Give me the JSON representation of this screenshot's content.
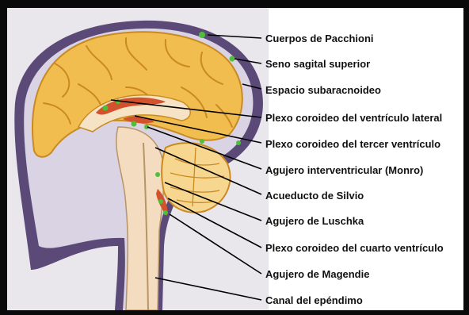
{
  "diagram": {
    "labels": {
      "cuerpos_pacchioni": "Cuerpos de Pacchioni",
      "seno_sagital_superior": "Seno sagital superior",
      "espacio_subaracnoideo": "Espacio subaracnoideo",
      "plexo_ventriculo_lateral": "Plexo coroideo del ventrículo lateral",
      "plexo_tercer_ventriculo": "Plexo coroideo del tercer ventrículo",
      "agujero_interventricular": "Agujero interventricular (Monro)",
      "acueducto_silvio": "Acueducto de Silvio",
      "agujero_luschka": "Agujero de Luschka",
      "plexo_cuarto_ventriculo": "Plexo coroideo del cuarto ventrículo",
      "agujero_magendie": "Agujero de Magendie",
      "canal_ependimo": "Canal del epéndimo"
    },
    "colors": {
      "frame": "#0a0a0a",
      "background": "#ffffff",
      "canvas": "#e9e6ec",
      "meninges": "#5b4a78",
      "csf_space": "#d9d3e4",
      "brain_tissue": "#f2bd4f",
      "brain_outline": "#c98a22",
      "white_matter": "#f6e2c4",
      "brainstem": "#f4dcc0",
      "cerebellum": "#f7d690",
      "choroid_plexus": "#d3522e",
      "flow_marker": "#4fbf3a",
      "leader_line": "#000000"
    }
  }
}
